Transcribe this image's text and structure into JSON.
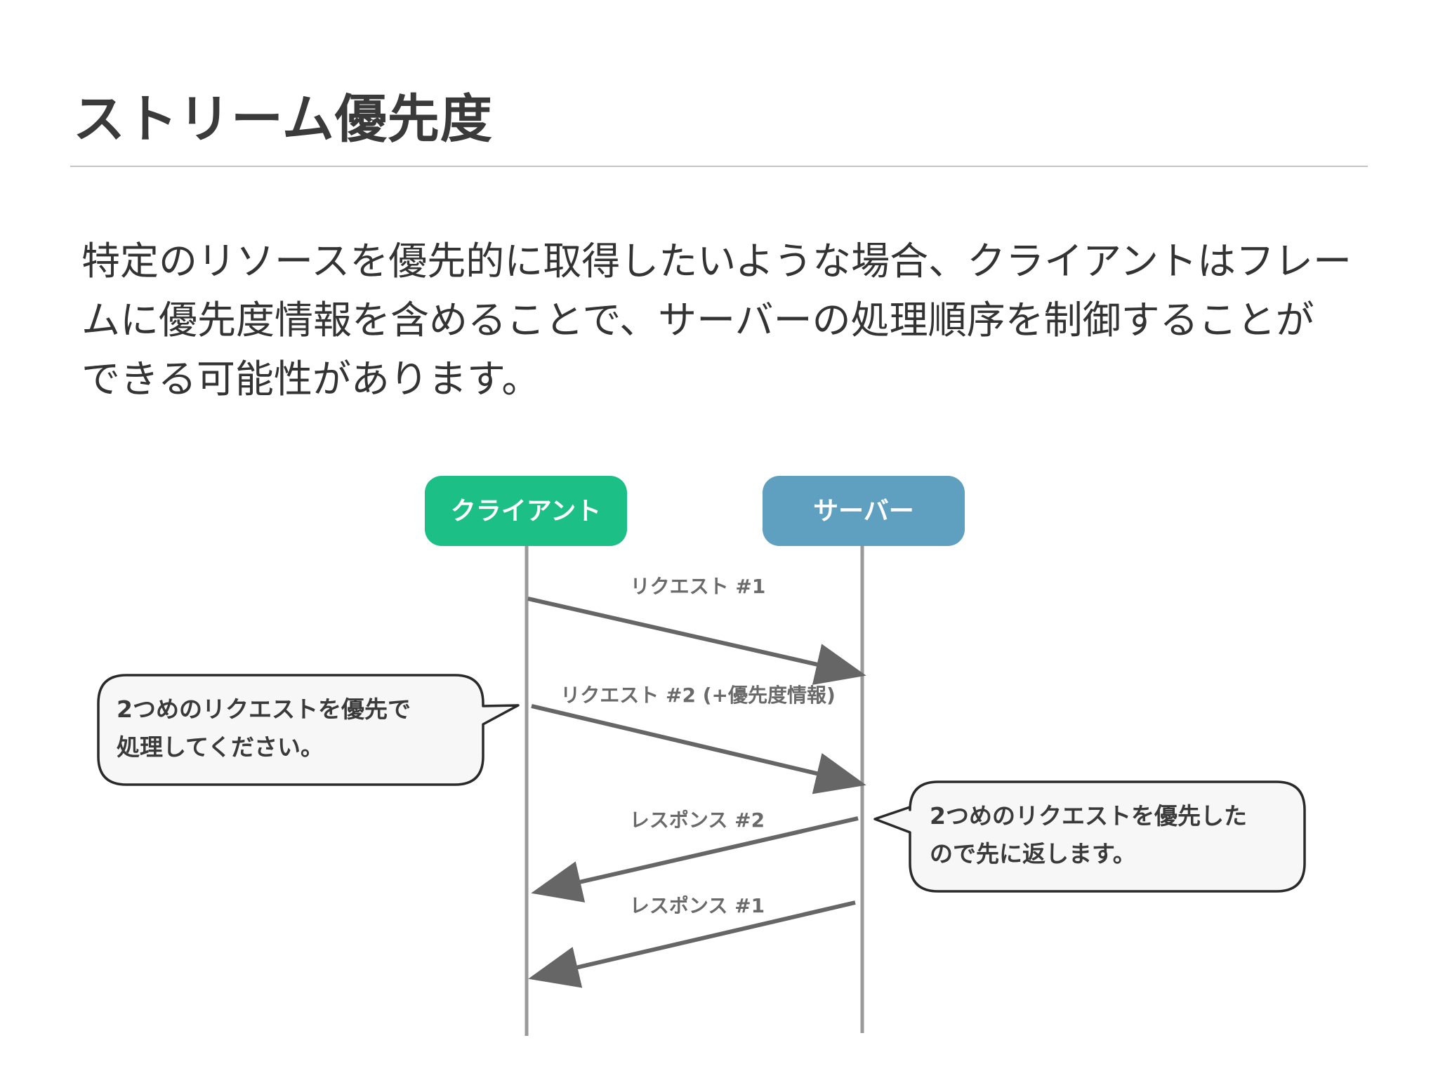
{
  "slide": {
    "title": "ストリーム優先度",
    "body_lines": [
      "特定のリソースを優先的に取得したいような場合、クライアントはフレー",
      "ムに優先度情報を含めることで、サーバーの処理順序を制御することが",
      "できる可能性があります。"
    ]
  },
  "diagram": {
    "actors": {
      "client": {
        "label": "クライアント",
        "color": "#1cbf85"
      },
      "server": {
        "label": "サーバー",
        "color": "#5f9fc0"
      }
    },
    "messages": [
      {
        "label": "リクエスト #1",
        "from": "client",
        "to": "server"
      },
      {
        "label": "リクエスト #2 (+優先度情報)",
        "from": "client",
        "to": "server"
      },
      {
        "label": "レスポンス #2",
        "from": "server",
        "to": "client"
      },
      {
        "label": "レスポンス #1",
        "from": "server",
        "to": "client"
      }
    ],
    "notes": {
      "client_note": {
        "lines": [
          "2つめのリクエストを優先で",
          "処理してください。"
        ]
      },
      "server_note": {
        "lines": [
          "2つめのリクエストを優先した",
          "ので先に返します。"
        ]
      }
    },
    "colors": {
      "lifeline": "#9a9a9a",
      "arrow": "#666666",
      "note_fill": "#f7f7f7",
      "note_border": "#2a2a2a"
    }
  }
}
